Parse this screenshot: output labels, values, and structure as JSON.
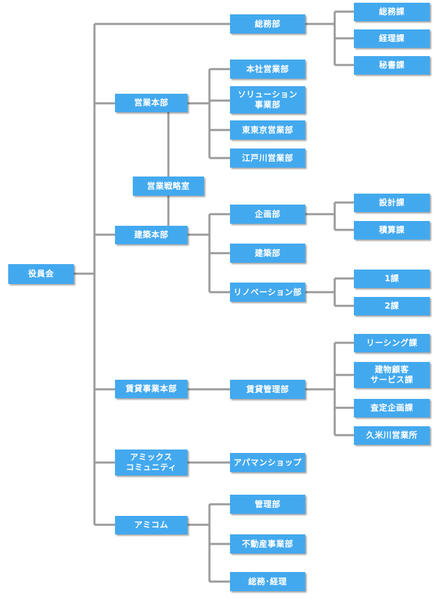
{
  "nodes": {
    "board": "役員会",
    "general_affairs": "総務部",
    "ga_general": "総務課",
    "ga_accounting": "経理課",
    "ga_secretary": "秘書課",
    "sales_hq": "営業本部",
    "head_office_sales": "本社営業部",
    "solutions": "ソリューション\n事業部",
    "higashi_tokyo": "東東京営業部",
    "edogawa": "江戸川営業部",
    "strategy_office": "営業戦略室",
    "construction_hq": "建築本部",
    "planning": "企画部",
    "design_section": "設計課",
    "estimate_section": "積算課",
    "construction": "建築部",
    "renovation": "リノベーション部",
    "section_1": "1課",
    "section_2": "2課",
    "rental_hq": "賃貸事業本部",
    "rental_mgmt": "賃貸管理部",
    "leasing": "リーシング課",
    "customer_service": "建物顧客\nサービス課",
    "appraisal": "査定企画課",
    "kumegawa": "久米川営業所",
    "amix_community": "アミックス\nコミュニティ",
    "apaman": "アパマンショップ",
    "amicom": "アミコム",
    "amicom_mgmt": "管理部",
    "real_estate": "不動産事業部",
    "ga_accounting_dept": "総務･経理"
  },
  "colors": {
    "box": "#43a9ef",
    "line": "#9a9a9a"
  }
}
